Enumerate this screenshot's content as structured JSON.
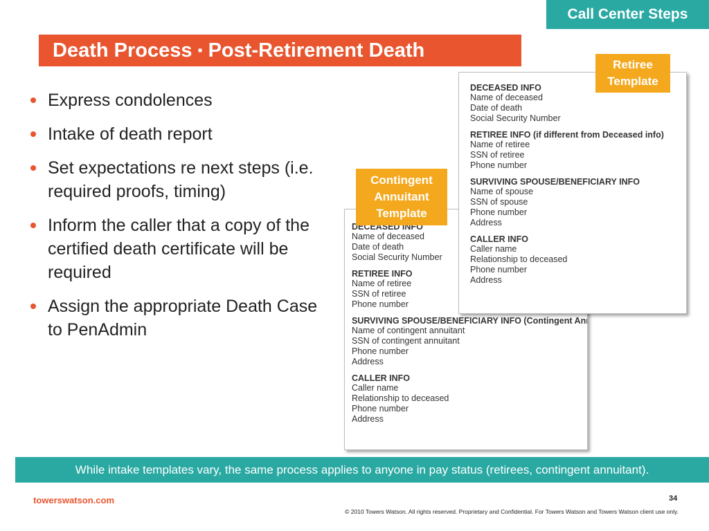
{
  "header": {
    "tag": "Call Center Steps",
    "title_part1": "Death Process",
    "title_separator": "▪",
    "title_part2": "Post-Retirement Death"
  },
  "bullets": [
    "Express condolences",
    "Intake of death report",
    "Set expectations re next steps (i.e. required proofs, timing)",
    "Inform the caller that a copy of the certified death certificate  will be required",
    "Assign the appropriate Death Case to PenAdmin"
  ],
  "retiree_badge": "Retiree Template",
  "contingent_badge": "Contingent Annuitant Template",
  "retiree_template": {
    "sections": [
      {
        "heading": "DECEASED INFO",
        "lines": [
          "Name of deceased",
          "Date of death",
          "Social Security Number"
        ]
      },
      {
        "heading": "RETIREE INFO (if different from Deceased info)",
        "lines": [
          "Name of retiree",
          "SSN of retiree",
          "Phone number"
        ]
      },
      {
        "heading": "SURVIVING SPOUSE/BENEFICIARY INFO",
        "lines": [
          "Name of spouse",
          "SSN of spouse",
          "Phone number",
          "Address"
        ]
      },
      {
        "heading": "CALLER INFO",
        "lines": [
          "Caller name",
          "Relationship to deceased",
          "Phone number",
          "Address"
        ]
      }
    ]
  },
  "contingent_template": {
    "sections": [
      {
        "heading": "DECEASED INFO",
        "lines": [
          "Name of deceased",
          "Date of death",
          "Social Security Number"
        ]
      },
      {
        "heading": "RETIREE INFO",
        "lines": [
          "Name of retiree",
          "SSN of retiree",
          "Phone number"
        ]
      },
      {
        "heading": "SURVIVING SPOUSE/BENEFICIARY INFO (Contingent Annuitant)",
        "lines": [
          "Name of contingent annuitant",
          "SSN of contingent annuitant",
          "Phone number",
          "Address"
        ]
      },
      {
        "heading": "CALLER INFO",
        "lines": [
          "Caller name",
          "Relationship to deceased",
          "Phone number",
          "Address"
        ]
      }
    ]
  },
  "banner": "While intake templates vary, the same process applies to anyone in pay status (retirees, contingent annuitant).",
  "footer": {
    "site": "towerswatson.com",
    "page_number": "34",
    "copyright": "© 2010 Towers Watson. All rights reserved. Proprietary and Confidential. For Towers Watson and Towers Watson client use only."
  },
  "colors": {
    "accent_orange": "#e8552f",
    "teal": "#2aa9a3",
    "badge_yellow": "#f4a81d"
  }
}
